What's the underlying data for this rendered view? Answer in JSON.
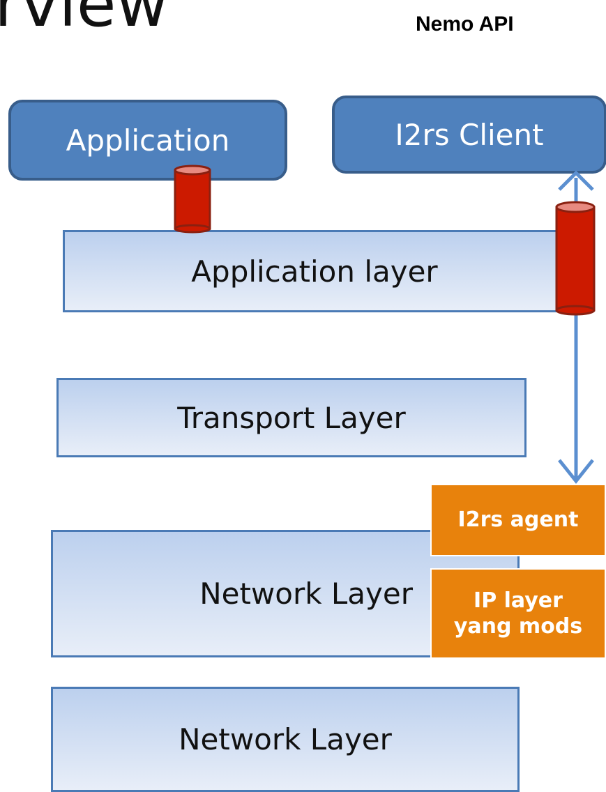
{
  "title": "rview",
  "api_label": "Nemo API",
  "boxes": {
    "application": "Application",
    "client": "I2rs Client",
    "application_layer": "Application layer",
    "transport_layer": "Transport Layer",
    "network_layer_1": "Network Layer",
    "network_layer_2": "Network Layer"
  },
  "agent": {
    "label": "I2rs agent",
    "mods_line1": "IP layer",
    "mods_line2": "yang mods"
  },
  "colors": {
    "app_fill": "#4f81bd",
    "layer_fill": "#c6d9f1",
    "orange": "#e8820c",
    "cylinder": "#cc1a00",
    "arrow": "#5b8fd0"
  }
}
